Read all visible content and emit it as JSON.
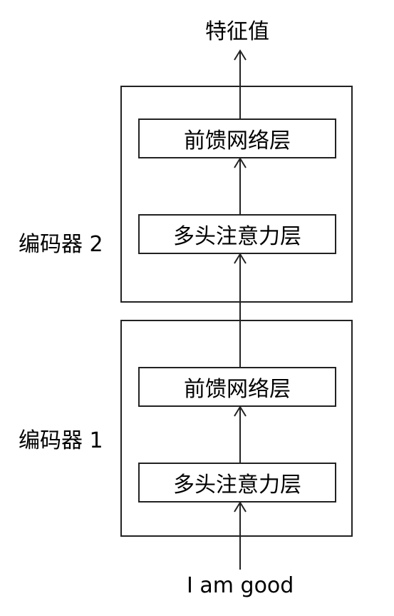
{
  "output_label": "特征值",
  "input_label": "I am good",
  "encoders": [
    {
      "label": "编码器 2",
      "layers": [
        "前馈网络层",
        "多头注意力层"
      ]
    },
    {
      "label": "编码器 1",
      "layers": [
        "前馈网络层",
        "多头注意力层"
      ]
    }
  ]
}
